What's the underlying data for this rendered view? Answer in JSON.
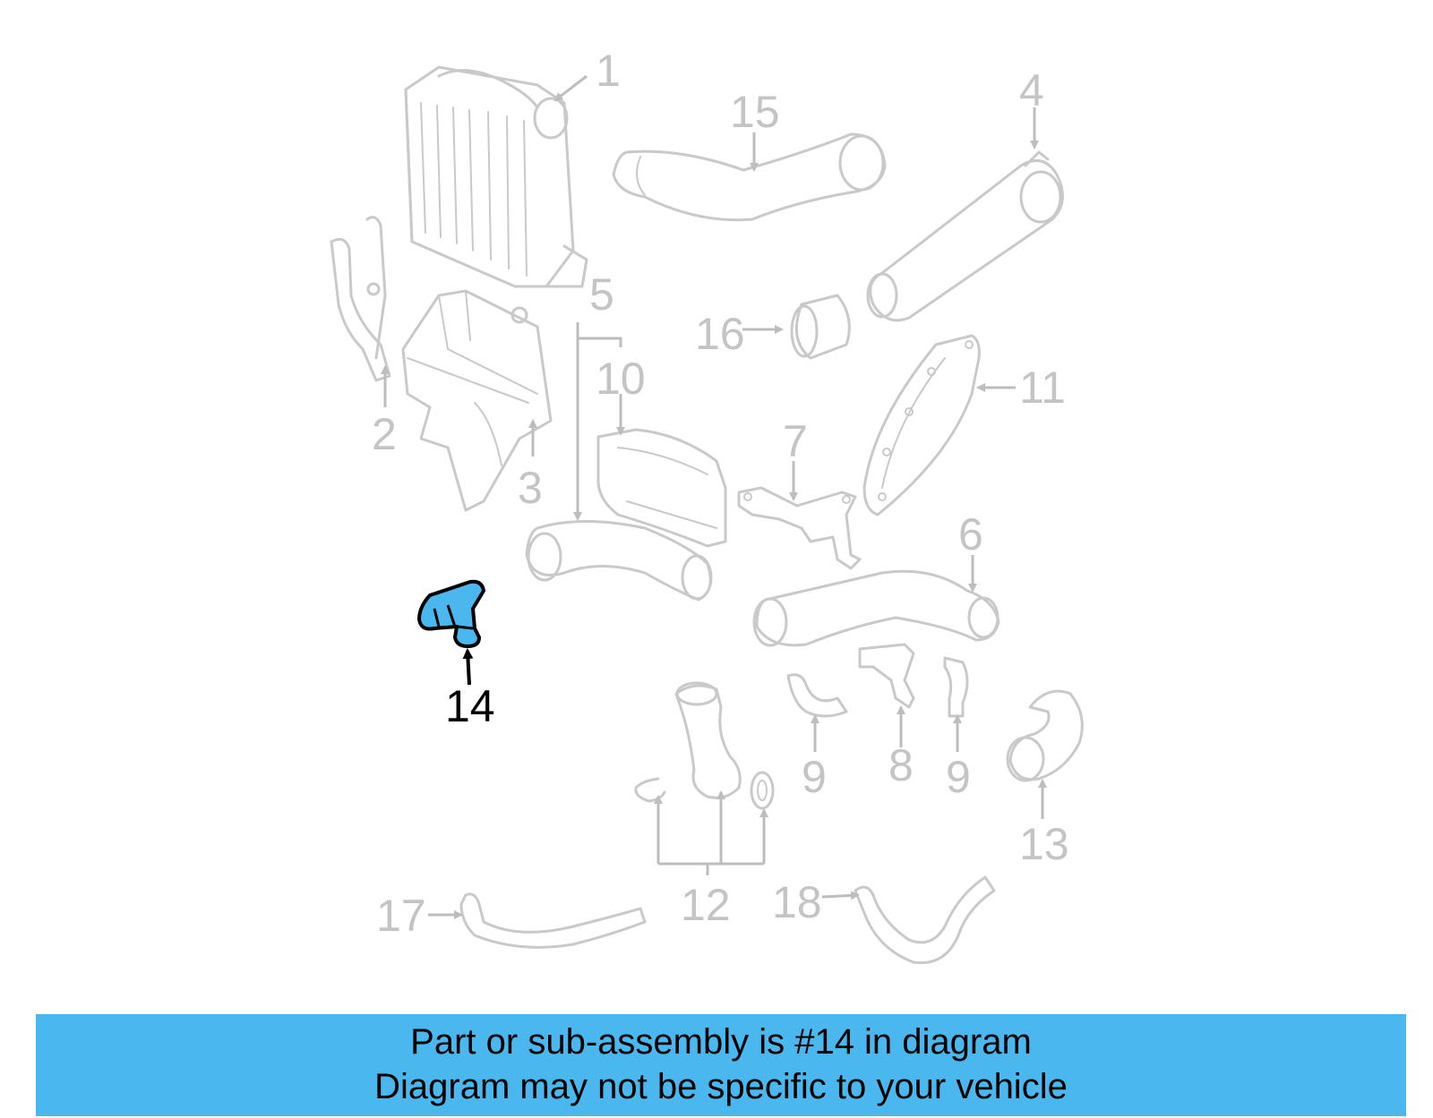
{
  "highlight_color": "#4ab8ef",
  "highlighted_part": "14",
  "callouts": {
    "c1": "1",
    "c2": "2",
    "c3": "3",
    "c4": "4",
    "c5": "5",
    "c6": "6",
    "c7": "7",
    "c8": "8",
    "c9a": "9",
    "c9b": "9",
    "c10": "10",
    "c11": "11",
    "c12": "12",
    "c13": "13",
    "c14": "14",
    "c15": "15",
    "c16": "16",
    "c17": "17",
    "c18": "18"
  },
  "banner": {
    "line1": "Part or sub-assembly is #14 in diagram",
    "line2": "Diagram may not be specific to your vehicle"
  }
}
